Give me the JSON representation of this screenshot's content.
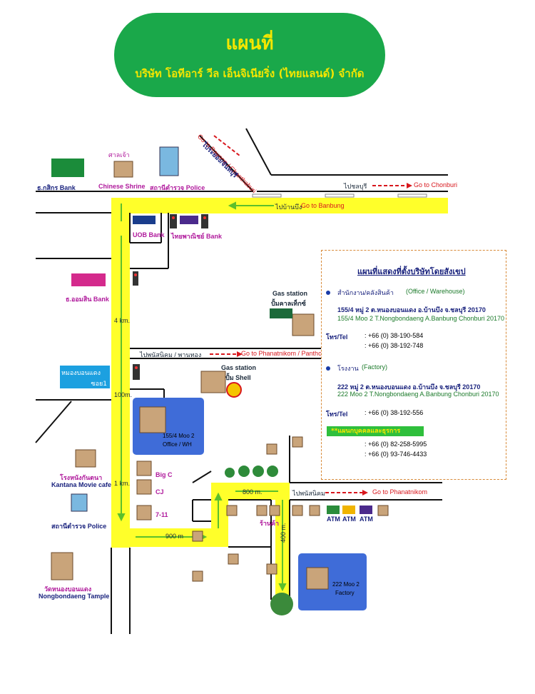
{
  "header": {
    "title": "แผนที่",
    "subtitle": "บริษัท โอทีอาร์ วีล เอ็นจิเนียริ่ง (ไทยแลนด์) จำกัด"
  },
  "landmarks": {
    "kasikorn_bank": "ธ.กสิกร Bank",
    "chinese_shrine_th": "ศาลเจ้า",
    "chinese_shrine": "Chinese Shrine",
    "police_top": "สถานีตำรวจ Police",
    "uob_bank": "UOB Bank",
    "scb_bank": "ไทยพาณิชย์ Bank",
    "gsb_bank": "ธ.ออมสิน Bank",
    "gas_caltex_en": "Gas station",
    "gas_caltex_th": "ปั้มคาลเท็กซ์",
    "gas_shell_en": "Gas station",
    "gas_shell_th": "ปั้ม Shell",
    "soi_th": "หมองบอนแดง",
    "soi_no": "ซอย1",
    "bigc": "Big C",
    "cj": "CJ",
    "seven_eleven": "7-11",
    "kantana_th": "โรงหนังกันตนา",
    "kantana_en": "Kantana Movie cafe",
    "police_bottom": "สถานีตำรวจ Police",
    "temple_th": "วัดหนองบอนแดง",
    "temple_en": "Nongbondaeng Tample",
    "shop": "ร้านค้า",
    "atm1": "ATM",
    "atm2": "ATM",
    "atm3": "ATM",
    "office_box_line1": "155/4 Moo 2",
    "office_box_line2": "Office / WH",
    "factory_box_line1": "222 Moo 2",
    "factory_box_line2": "Factory"
  },
  "roads": {
    "rayong_th": "ไประยอง/จันทบุรี",
    "rayong_en": "Go to Rayong / Chanthaburi",
    "chonburi_th": "ไปชลบุรี",
    "chonburi_en": "Go to Chonburi",
    "banbung_th": "ไปบ้านบึง",
    "banbung_en": "Go to Banbung",
    "phanat_panthong_th": "ไปพนัสนิคม / พานทอง",
    "phanat_panthong_en": "Go to Phanatnikom / Panthong",
    "phanat_th": "ไปพนัสนิคม",
    "phanat_en": "Go to Phanatnikom",
    "dist_4km": "4 km.",
    "dist_100m": "100m.",
    "dist_1km": "1 km.",
    "dist_900m": "900 m",
    "dist_800m": "800 m.",
    "dist_400m": "400 m."
  },
  "info": {
    "title": "แผนที่แสดงที่ตั้งบริษัทโดยสังเขป",
    "office_label_th": "สำนักงาน/คลังสินค้า",
    "office_label_en": "(Office / Warehouse)",
    "office_addr_th": "155/4 หมู่ 2 ต.หนองบอนแดง อ.บ้านบึง จ.ชลบุรี 20170",
    "office_addr_en": "155/4 Moo 2 T.Nongbondaeng A.Banbung Chonburi 20170",
    "tel_label": "โทร/Tel",
    "office_tel1": ": +66 (0) 38-190-584",
    "office_tel2": ": +66 (0) 38-192-748",
    "factory_label_th": "โรงงาน",
    "factory_label_en": "(Factory)",
    "factory_addr_th": "222 หมู่ 2 ต.หนองบอนแดง อ.บ้านบึง จ.ชลบุรี 20170",
    "factory_addr_en": "222 Moo 2 T.Nongbondaeng A.Banbung Chonburi 20170",
    "factory_tel_label": "โทร/Tel",
    "factory_tel": ": +66 (0) 38-192-556",
    "branch_label": "**แผนกบุคคลและธุรการ",
    "hr_tel1": ": +66 (0) 82-258-5995",
    "hr_tel2": ": +66 (0) 93-746-4433"
  },
  "colors": {
    "header_bg": "#1aa84a",
    "header_text": "#f5e600",
    "road": "#ffff2a",
    "arrow": "#5cc02c",
    "red_arrow": "#d8171d"
  }
}
